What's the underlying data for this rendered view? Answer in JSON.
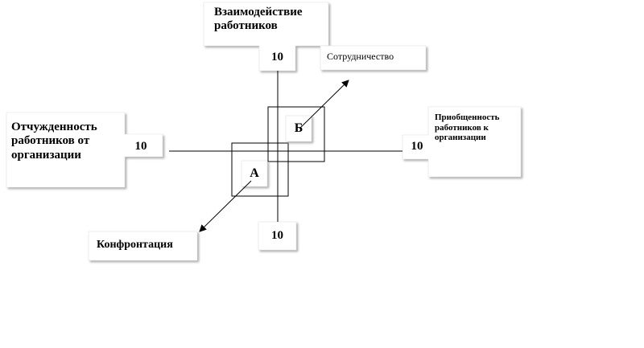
{
  "diagram": {
    "top_label": "Взаимодействие работников",
    "top_value": "10",
    "left_label": "Отчужденность работников от организации",
    "left_value": "10",
    "right_label": "Приобщенность работников к организации",
    "right_value": "10",
    "bottom_value": "10",
    "upper_arrow_label": "Сотрудничество",
    "lower_arrow_label": "Конфронтация",
    "zone_a": "А",
    "zone_b": "Б"
  }
}
